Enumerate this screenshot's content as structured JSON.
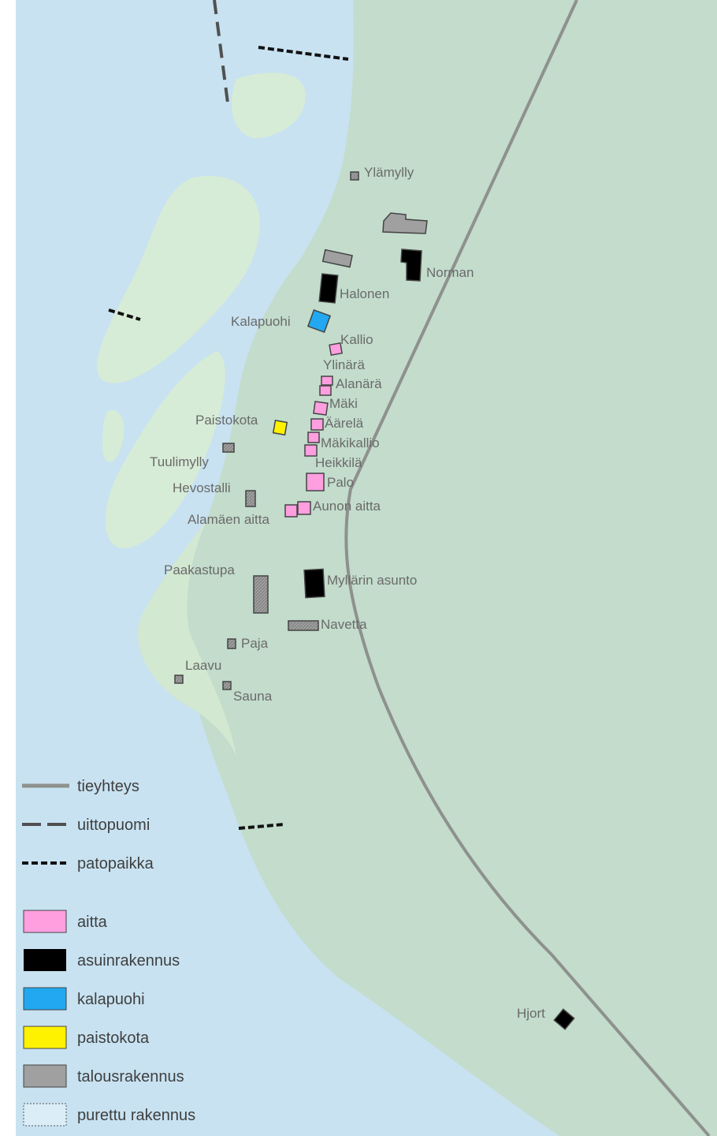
{
  "colors": {
    "water": "#c8e2f1",
    "land": "#c3dccc",
    "islet": "#d7ecd6",
    "road": "#8e918e",
    "aitta": "#ff9fe0",
    "asuinrakennus": "#000000",
    "kalapuohi": "#21a8f0",
    "paistokota": "#fff200",
    "talousrakennus": "#a0a0a0",
    "purettu_fill": "#dbeef7"
  },
  "labels": {
    "ylamylly": "Ylämylly",
    "norman": "Norman",
    "halonen": "Halonen",
    "kalapuohi": "Kalapuohi",
    "kallio": "Kallio",
    "ylinara": "Ylinärä",
    "alanara": "Alanärä",
    "maki": "Mäki",
    "aarela": "Äärelä",
    "paistokota": "Paistokota",
    "makikallio": "Mäkikallio",
    "tuulimylly": "Tuulimylly",
    "heikkila": "Heikkilä",
    "palo": "Palo",
    "hevostalli": "Hevostalli",
    "aunon_aitta": "Aunon aitta",
    "alamaen_aitta": "Alamäen aitta",
    "paakastupa": "Paakastupa",
    "myllarin_asunto": "Myllärin asunto",
    "navetta": "Navetta",
    "paja": "Paja",
    "laavu": "Laavu",
    "sauna": "Sauna",
    "hjort": "Hjort"
  },
  "legend": {
    "tieyhteys": "tieyhteys",
    "uittopuomi": "uittopuomi",
    "patopaikka": "patopaikka",
    "aitta": "aitta",
    "asuinrakennus": "asuinrakennus",
    "kalapuohi": "kalapuohi",
    "paistokota": "paistokota",
    "talousrakennus": "talousrakennus",
    "purettu_rakennus": "purettu rakennus"
  }
}
